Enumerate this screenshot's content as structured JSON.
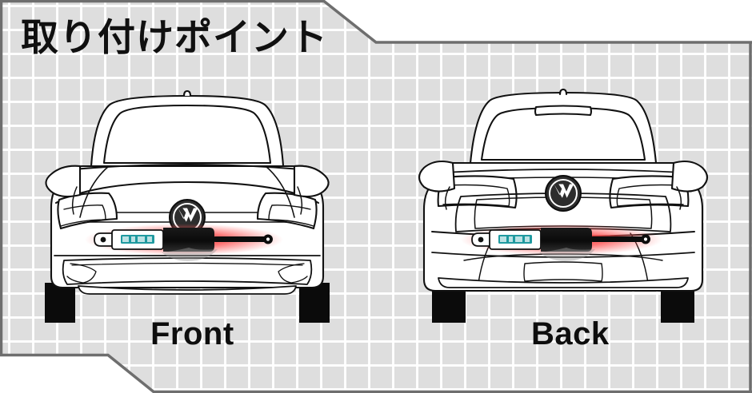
{
  "panel": {
    "title": "取り付けポイント",
    "background_color": "#dedede",
    "grid_line_color": "#ffffff",
    "border_color": "#6e6e6e",
    "shape": "notched-rectangle-top-right-and-bottom-left-diagonals"
  },
  "views": [
    {
      "id": "front",
      "caption": "Front",
      "vehicle": "VW Golf",
      "orientation": "front view",
      "brand_emblem": "vw-logo",
      "mount_location": "front bumper, below grille",
      "accessory": {
        "name": "gas-strut-actuator",
        "label_text": "",
        "label_color": "#1f9aa0",
        "body_color": "#ffffff",
        "cylinder_color": "#111111",
        "glow_color": "#f23c3c"
      }
    },
    {
      "id": "back",
      "caption": "Back",
      "vehicle": "VW Golf",
      "orientation": "rear view",
      "brand_emblem": "vw-logo",
      "mount_location": "rear bumper, below tailgate",
      "accessory": {
        "name": "gas-strut-actuator",
        "label_text": "",
        "label_color": "#1f9aa0",
        "body_color": "#ffffff",
        "cylinder_color": "#111111",
        "glow_color": "#f23c3c"
      }
    }
  ],
  "colors": {
    "body_outline": "#111111",
    "body_fill": "#ffffff",
    "tire": "#0b0b0b",
    "emblem": "#2b2b2b"
  }
}
